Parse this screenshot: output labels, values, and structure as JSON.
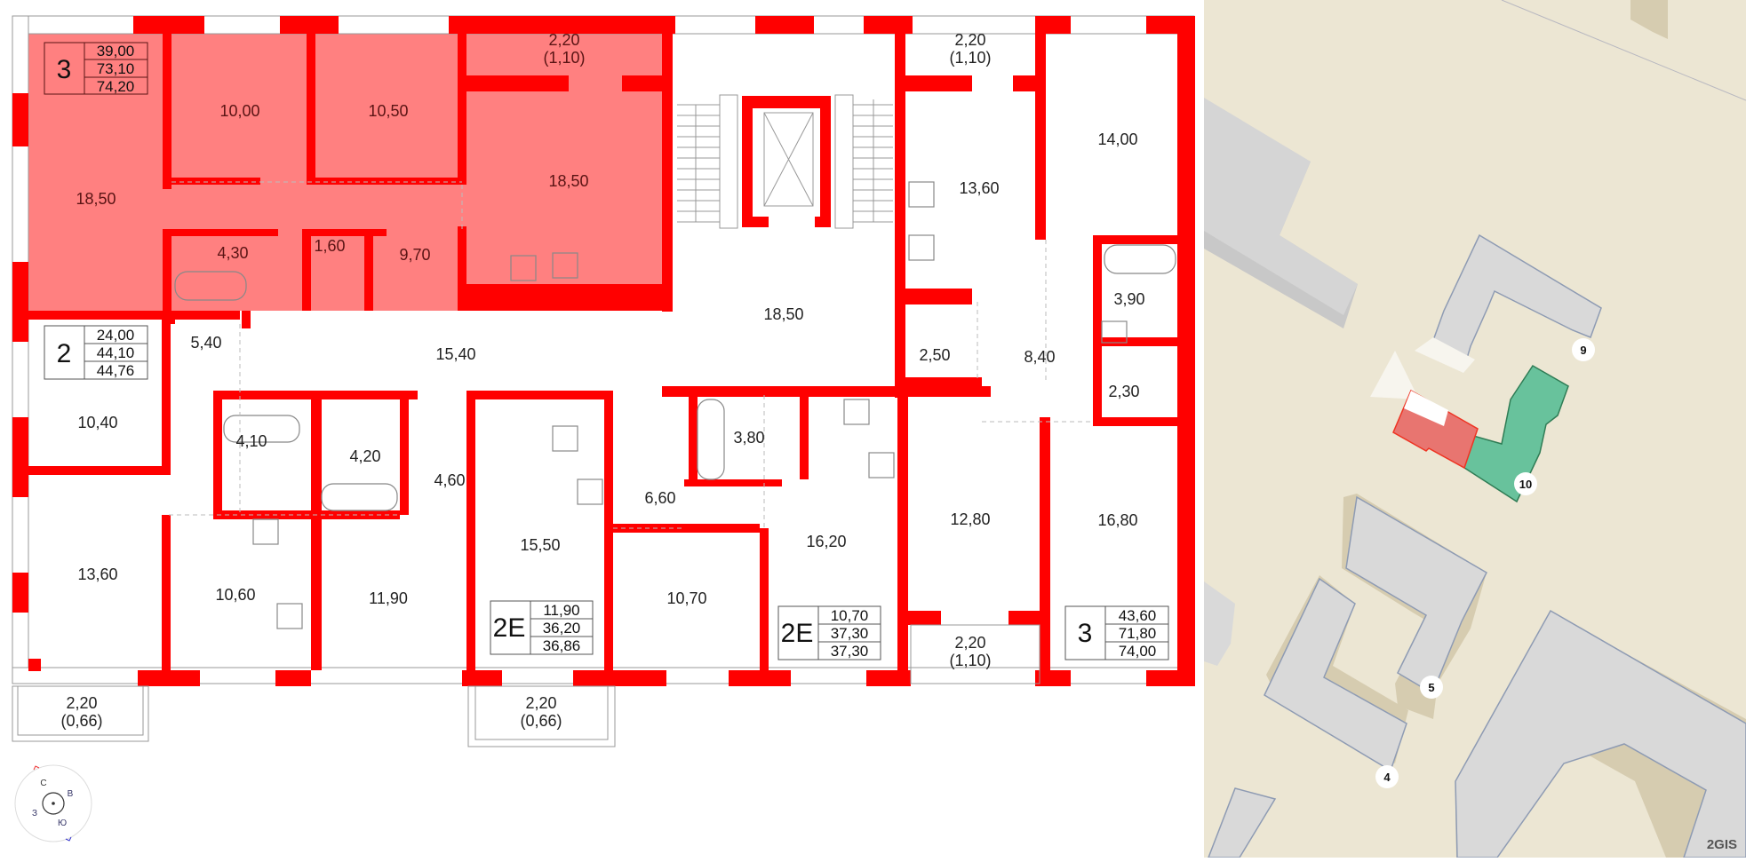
{
  "floorplan": {
    "apartments": [
      {
        "id": "apt-3-top-left",
        "rooms": "3",
        "living_area": "39,00",
        "total_area": "73,10",
        "total_with_balcony": "74,20",
        "highlighted": true
      },
      {
        "id": "apt-2-left",
        "rooms": "2",
        "living_area": "24,00",
        "total_area": "44,10",
        "total_with_balcony": "44,76"
      },
      {
        "id": "apt-2e-middle-left",
        "rooms": "2E",
        "living_area": "11,90",
        "total_area": "36,20",
        "total_with_balcony": "36,86"
      },
      {
        "id": "apt-2e-middle-right",
        "rooms": "2E",
        "living_area": "10,70",
        "total_area": "37,30",
        "total_with_balcony": "37,30"
      },
      {
        "id": "apt-3-right",
        "rooms": "3",
        "living_area": "43,60",
        "total_area": "71,80",
        "total_with_balcony": "74,00"
      }
    ],
    "rooms": {
      "r_18_50_left": "18,50",
      "r_10_00": "10,00",
      "r_10_50": "10,50",
      "r_loggia_top": "2,20",
      "r_loggia_top_sub": "(1,10)",
      "r_18_50_kitchen": "18,50",
      "r_4_30": "4,30",
      "r_1_60": "1,60",
      "r_9_70": "9,70",
      "r_loggia_top_right": "2,20",
      "r_loggia_top_right_sub": "(1,10)",
      "r_13_60_top": "13,60",
      "r_14_00": "14,00",
      "r_18_50_hall": "18,50",
      "r_5_40": "5,40",
      "r_15_40": "15,40",
      "r_10_40": "10,40",
      "r_4_10": "4,10",
      "r_4_20": "4,20",
      "r_4_60": "4,60",
      "r_3_80": "3,80",
      "r_6_60": "6,60",
      "r_2_50": "2,50",
      "r_8_40": "8,40",
      "r_3_90": "3,90",
      "r_2_30": "2,30",
      "r_13_60_bottom": "13,60",
      "r_10_60": "10,60",
      "r_11_90": "11,90",
      "r_15_50": "15,50",
      "r_10_70": "10,70",
      "r_16_20": "16,20",
      "r_12_80": "12,80",
      "r_16_80": "16,80",
      "r_balcony_bl": "2,20",
      "r_balcony_bl_sub": "(0,66)",
      "r_balcony_bm": "2,20",
      "r_balcony_bm_sub": "(0,66)",
      "r_loggia_br": "2,20",
      "r_loggia_br_sub": "(1,10)"
    },
    "compass": {
      "n": "С",
      "e": "В",
      "s": "Ю",
      "w": "З"
    },
    "colors": {
      "wall": "#ff0000",
      "highlight": "#ff8080"
    }
  },
  "map": {
    "building_labels": [
      "9",
      "10",
      "5",
      "4"
    ],
    "attribution": "2GIS",
    "colors": {
      "ground": "#ece6d3",
      "building": "#d9d9d9",
      "selected_section": "#e87570",
      "project": "#68c29c"
    }
  }
}
